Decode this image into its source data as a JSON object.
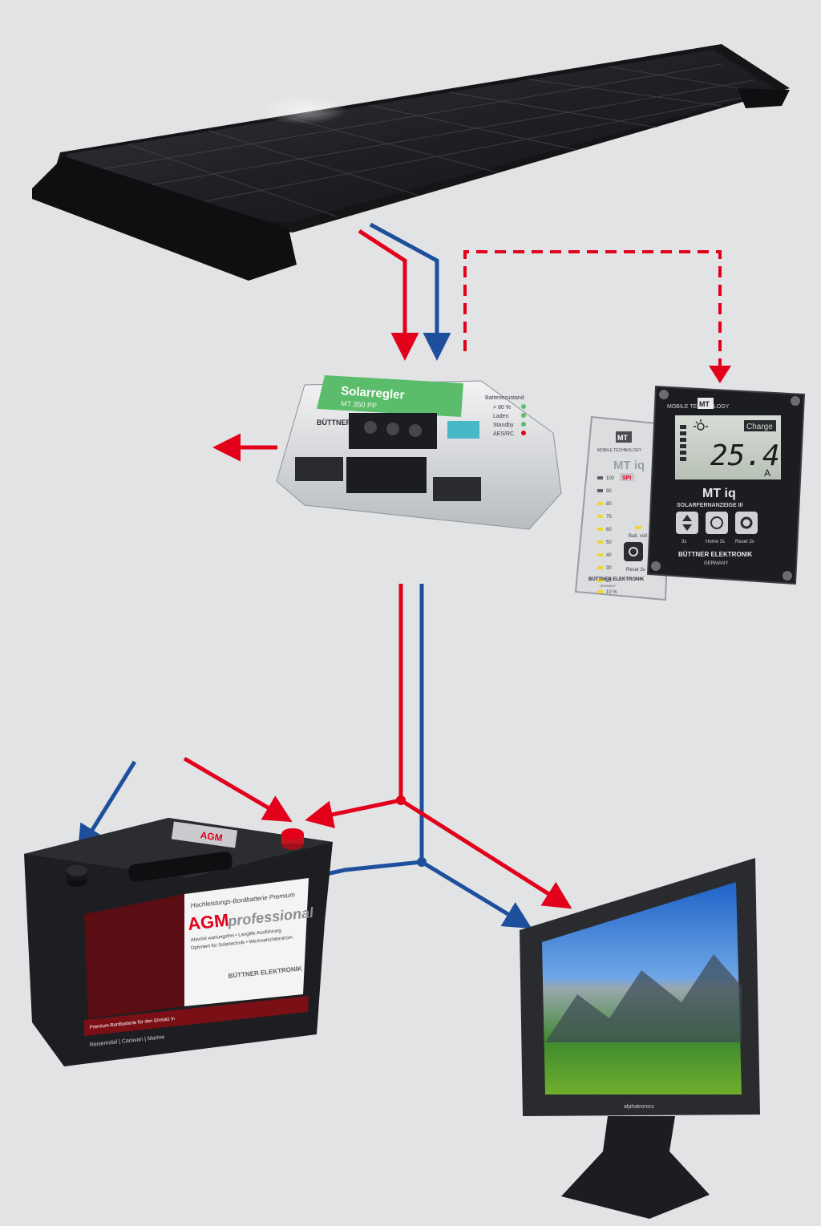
{
  "colors": {
    "background": "#e1e3e5",
    "positive_wire": "#e3001b",
    "negative_wire": "#1d4f9c",
    "controller_label": "#5bbd6b",
    "panel_dark": "#1c1d20",
    "device_silver": "#d4d6d8"
  },
  "controller": {
    "title": "Solarregler",
    "model": "MT 350 PP",
    "brand": "BÜTTNER",
    "status_lines": [
      "Batteriezustand",
      "> 80 %",
      "Laden",
      "Standby",
      "AES/RC"
    ]
  },
  "remote_large": {
    "header": "MOBILE TECHNOLOGY",
    "logo_badge": "MT",
    "lcd_tag": "Charge",
    "lcd_value": "25.4",
    "lcd_unit": "A",
    "product": "MT iq",
    "subtitle": "SOLARFERNANZEIGE III",
    "btn_labels": [
      "3s",
      "Home 3s",
      "Reset 3s"
    ],
    "brand": "BÜTTNER ELEKTRONIK",
    "country": "GERMANY",
    "icons": [
      "sun-icon",
      "battery-bar-icon",
      "arrow-up-down-icon",
      "clock-icon",
      "reset-icon"
    ]
  },
  "remote_small": {
    "logo_badge": "MT",
    "header": "MOBILE TECHNOLOGY",
    "product": "MT iq",
    "model": "SPI",
    "scale": [
      "100",
      "90",
      "80",
      "70",
      "60",
      "50",
      "40",
      "30",
      "20",
      "10 %"
    ],
    "status_label": "Batt. voll",
    "button_label": "Reset 3s",
    "brand": "BÜTTNER ELEKTRONIK",
    "country": "GERMANY"
  },
  "battery": {
    "top_label": "AGM",
    "headline": "Hochleistungs-Bordbatterie Premium",
    "brand_big": "AGM",
    "brand_italic": "professional",
    "claims": [
      "Absolut wartungsfrei • Langlife-Ausführung",
      "Optimiert für Solartechnik • Wechselrichterstrom"
    ],
    "maker": "BÜTTNER ELEKTRONIK",
    "footer_strip": "Premium-Bordbatterie für den Einsatz in",
    "uses": "Reisemobil | Caravan | Marine"
  },
  "tv": {
    "brand": "alphatronics"
  }
}
